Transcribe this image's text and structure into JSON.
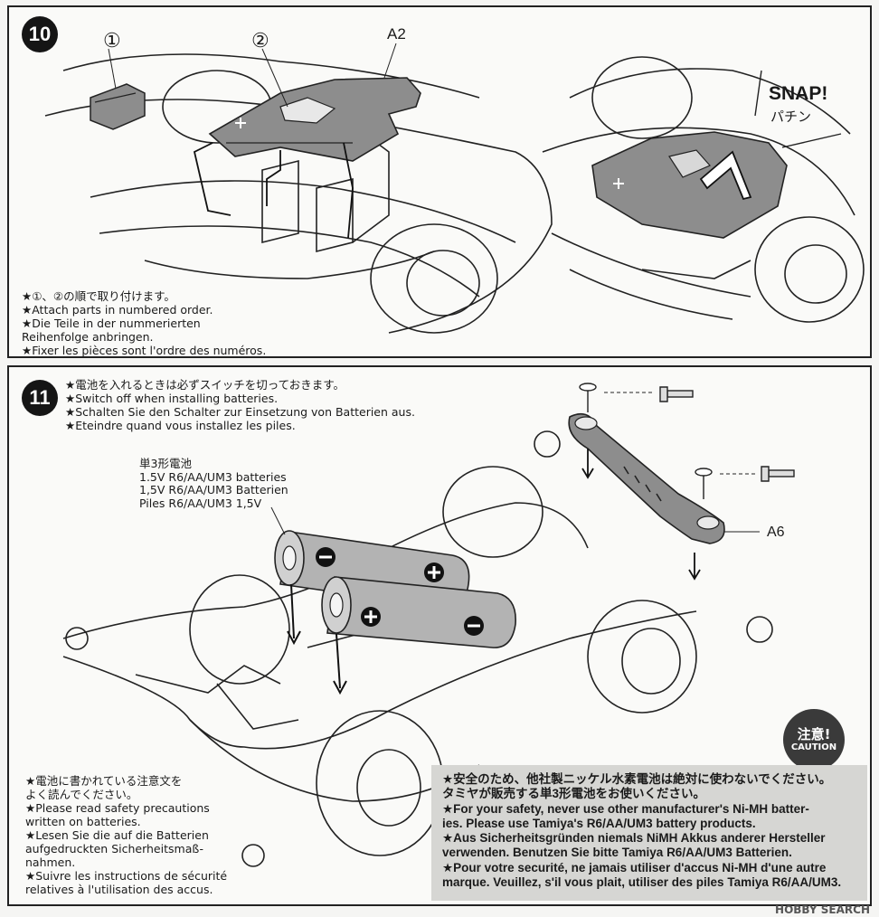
{
  "step10": {
    "number": "10",
    "callout_1": "①",
    "callout_2": "②",
    "part_label": "A2",
    "snap_en": "SNAP!",
    "snap_jp": "パチン",
    "notes": [
      "★①、②の順で取り付けます。",
      "★Attach parts in numbered order.",
      "★Die Teile in der nummerierten",
      "Reihenfolge anbringen.",
      "★Fixer les pièces sont l'ordre des numéros."
    ]
  },
  "step11": {
    "number": "11",
    "switch_notes": [
      "★電池を入れるときは必ずスイッチを切っておきます。",
      "★Switch off when installing batteries.",
      "★Schalten Sie den Schalter zur Einsetzung von Batterien aus.",
      "★Eteindre quand vous installez les piles."
    ],
    "battery_label": [
      "単3形電池",
      "1.5V R6/AA/UM3 batteries",
      "1,5V R6/AA/UM3 Batterien",
      "Piles R6/AA/UM3 1,5V"
    ],
    "part_label": "A6",
    "safety_notes": [
      "★電池に書かれている注意文を",
      "よく読んでください。",
      "★Please read safety precautions",
      "written on batteries.",
      "★Lesen Sie die auf die Batterien",
      "aufgedruckten Sicherheitsmaß-",
      "nahmen.",
      "★Suivre les instructions de sécurité",
      "relatives à l'utilisation des accus."
    ],
    "caution_badge_jp": "注意!",
    "caution_badge_en": "CAUTION",
    "caution_lines": [
      "★安全のため、他社製ニッケル水素電池は絶対に使わないでください。",
      "タミヤが販売する単3形電池をお使いください。",
      "★For your safety, never use other manufacturer's Ni-MH batter-",
      "ies. Please use Tamiya's R6/AA/UM3 battery products.",
      "★Aus Sicherheitsgründen niemals NiMH Akkus anderer Hersteller",
      "verwenden. Benutzen Sie bitte Tamiya R6/AA/UM3 Batterien.",
      "★Pour votre securité, ne jamais utiliser d'accus Ni-MH d'une autre",
      "marque. Veuillez, s'il vous plait, utiliser des piles Tamiya R6/AA/UM3."
    ]
  },
  "watermark": "HOBBY SEARCH",
  "colors": {
    "part_fill": "#8d8d8d",
    "battery_fill": "#b3b3b3",
    "caution_bg": "#d6d6d3",
    "badge": "#151515"
  }
}
